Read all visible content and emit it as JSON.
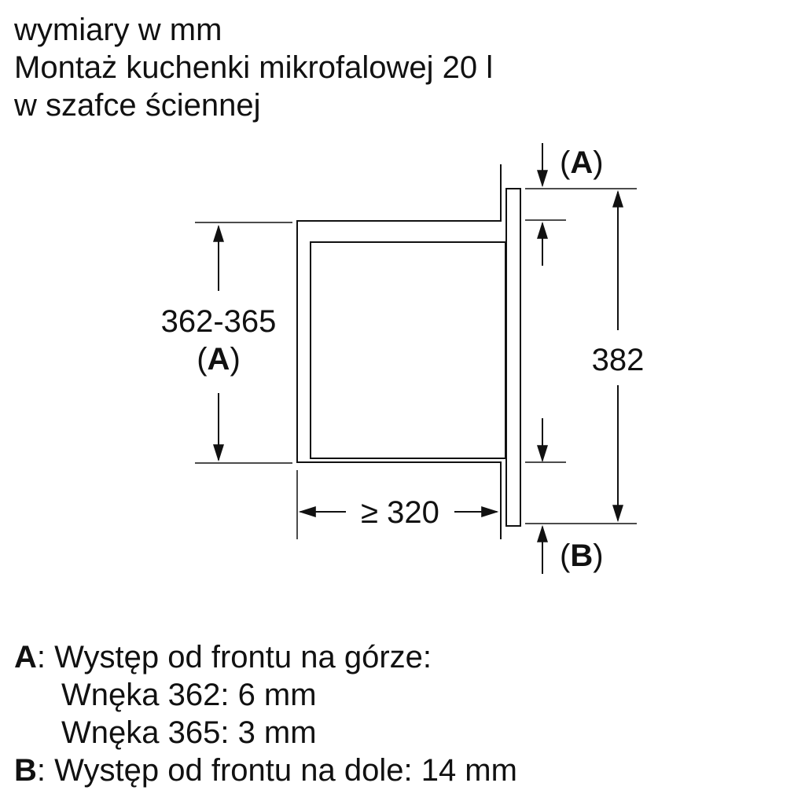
{
  "header": {
    "line1": "wymiary w mm",
    "line2": "Montaż kuchenki mikrofalowej 20 l",
    "line3": "w szafce ściennej"
  },
  "diagram": {
    "height_label": "362-365",
    "height_ref_open": "(",
    "height_ref_key": "A",
    "height_ref_close": ")",
    "depth_label": "≥ 320",
    "total_height_label": "382",
    "top_ref_open": "(",
    "top_ref_key": "A",
    "top_ref_close": ")",
    "bottom_ref_open": "(",
    "bottom_ref_key": "B",
    "bottom_ref_close": ")"
  },
  "legend": {
    "a_key": "A",
    "a_text": ": Występ od frontu na górze:",
    "a_line2": "Wnęka 362: 6 mm",
    "a_line3": "Wnęka 365: 3 mm",
    "b_key": "B",
    "b_text": ": Występ od frontu na dole: 14 mm"
  },
  "colors": {
    "line": "#111111",
    "background": "#ffffff"
  }
}
